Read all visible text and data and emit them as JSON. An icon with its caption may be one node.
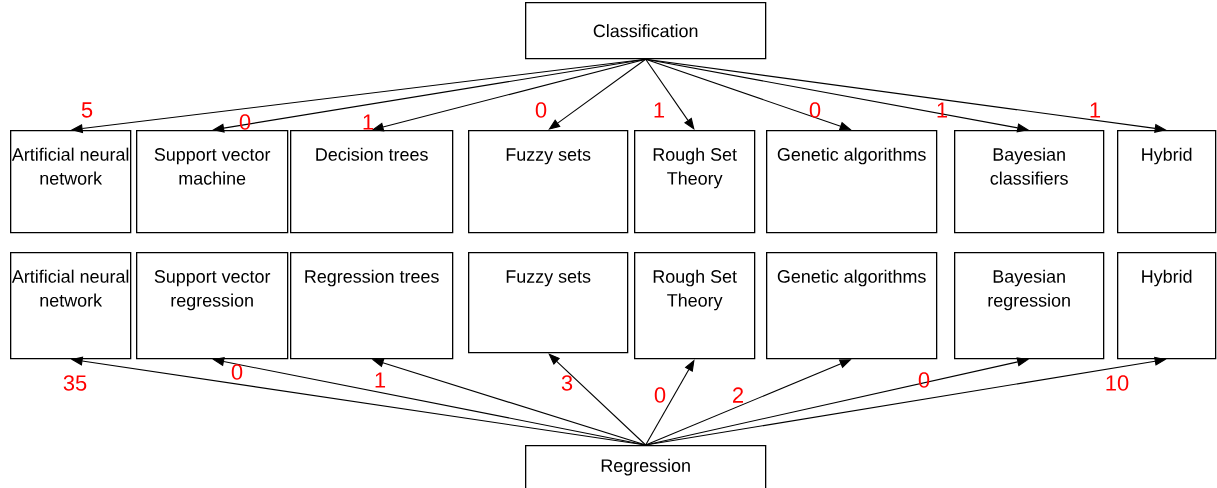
{
  "diagram": {
    "nodes": [
      {
        "text": [
          "Classification"
        ]
      },
      {
        "text": [
          "Artificial neural network"
        ]
      },
      {
        "text": [
          "Support vector machine"
        ]
      },
      {
        "text": [
          "Decision trees"
        ]
      },
      {
        "text": [
          "Fuzzy sets"
        ]
      },
      {
        "text": [
          "Rough Set Theory"
        ]
      },
      {
        "text": [
          "Genetic algorithms"
        ]
      },
      {
        "text": [
          "Bayesian classifiers"
        ]
      },
      {
        "text": [
          "Hybrid"
        ]
      },
      {
        "text": [
          "Artificial neural network"
        ]
      },
      {
        "text": [
          "Support vector regression"
        ]
      },
      {
        "text": [
          "Regression trees"
        ]
      },
      {
        "text": [
          "Fuzzy sets"
        ]
      },
      {
        "text": [
          "Rough Set Theory"
        ]
      },
      {
        "text": [
          "Genetic algorithms"
        ]
      },
      {
        "text": [
          "Bayesian regression"
        ]
      },
      {
        "text": [
          "Hybrid"
        ]
      },
      {
        "text": [
          "Regression"
        ]
      }
    ],
    "edges": [
      {
        "from": 0,
        "to": 1,
        "arrow": "to",
        "label": "5"
      },
      {
        "from": 0,
        "to": 2,
        "arrow": "to",
        "label": "0"
      },
      {
        "from": 0,
        "to": 3,
        "arrow": "to",
        "label": "1"
      },
      {
        "from": 0,
        "to": 4,
        "arrow": "to",
        "label": "0"
      },
      {
        "from": 0,
        "to": 5,
        "arrow": "to",
        "label": "1"
      },
      {
        "from": 0,
        "to": 6,
        "arrow": "to",
        "label": "0"
      },
      {
        "from": 0,
        "to": 7,
        "arrow": "to",
        "label": "1"
      },
      {
        "from": 0,
        "to": 8,
        "arrow": "to",
        "label": "1"
      },
      {
        "from": 17,
        "to": 9,
        "arrow": "to",
        "label": "35"
      },
      {
        "from": 17,
        "to": 10,
        "arrow": "to",
        "label": "0"
      },
      {
        "from": 17,
        "to": 11,
        "arrow": "to",
        "label": "1"
      },
      {
        "from": 17,
        "to": 12,
        "arrow": "to",
        "label": "3"
      },
      {
        "from": 17,
        "to": 13,
        "arrow": "to",
        "label": "0"
      },
      {
        "from": 17,
        "to": 14,
        "arrow": "to",
        "label": "2"
      },
      {
        "from": 17,
        "to": 15,
        "arrow": "to",
        "label": "0"
      },
      {
        "from": 17,
        "to": 16,
        "arrow": "to",
        "label": "10"
      }
    ]
  }
}
